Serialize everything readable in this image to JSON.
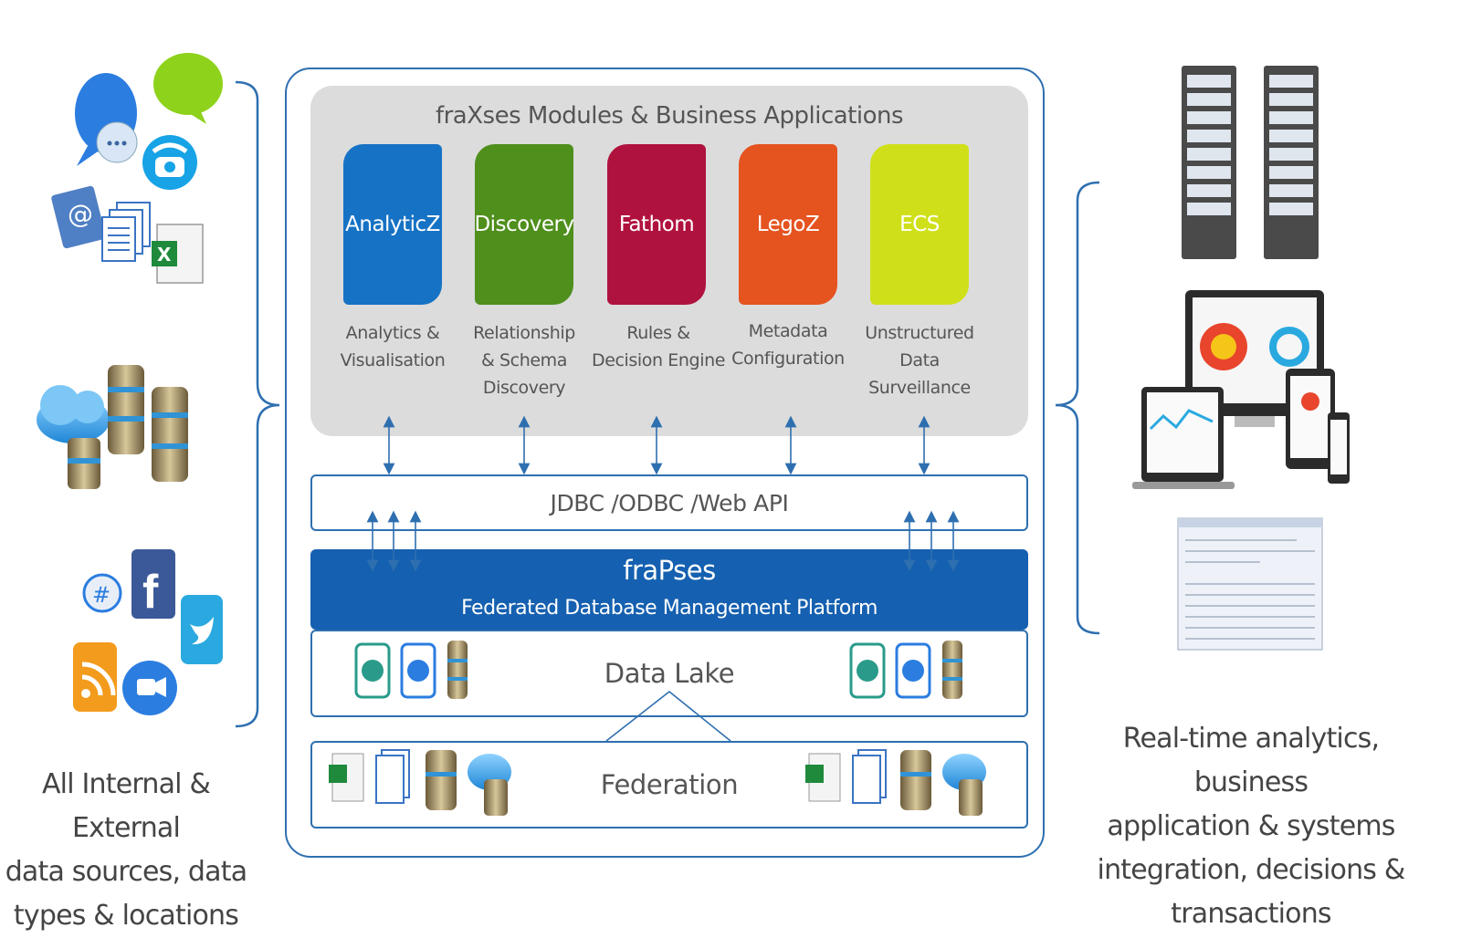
{
  "modules": {
    "title": "fraXses Modules & Business Applications",
    "items": [
      {
        "name": "AnalyticZ",
        "desc": [
          "Analytics &",
          "Visualisation"
        ],
        "color": "#1672c4"
      },
      {
        "name": "Discovery",
        "desc": [
          "Relationship",
          "& Schema",
          "Discovery"
        ],
        "color": "#4f8f1c"
      },
      {
        "name": "Fathom",
        "desc": [
          "Rules &",
          "Decision Engine"
        ],
        "color": "#b0123e"
      },
      {
        "name": "LegoZ",
        "desc": [
          "Metadata",
          "Configuration"
        ],
        "color": "#e5531f"
      },
      {
        "name": "ECS",
        "desc": [
          "Unstructured",
          "Data",
          "Surveillance"
        ],
        "color": "#cfe01a"
      }
    ]
  },
  "api": {
    "label": "JDBC /ODBC /Web API"
  },
  "platform": {
    "name": "fraPses",
    "desc": "Federated Database Management Platform"
  },
  "datalake": {
    "label": "Data Lake"
  },
  "federation": {
    "label": "Federation"
  },
  "left": {
    "caption": [
      "All Internal & External",
      "data sources, data",
      "types & locations"
    ]
  },
  "right": {
    "caption": [
      "Real-time analytics, business",
      "application & systems",
      "integration, decisions &",
      "transactions"
    ]
  },
  "colors": {
    "frame": "#2e6fb0",
    "platform": "#1560b0",
    "panel": "#dcdcdc"
  }
}
